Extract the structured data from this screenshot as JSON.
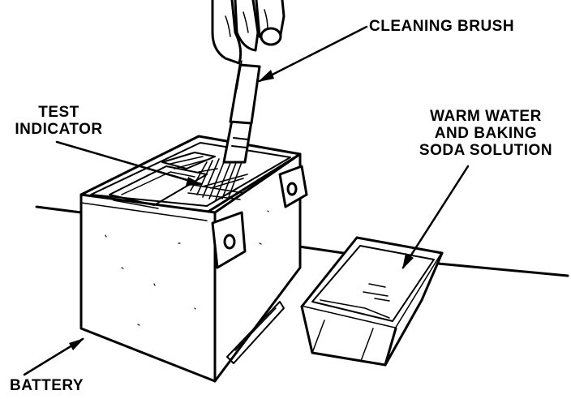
{
  "labels": {
    "cleaning_brush": "CLEANING BRUSH",
    "test_indicator": [
      "TEST",
      "INDICATOR"
    ],
    "warm_water": [
      "WARM WATER",
      "AND BAKING",
      "SODA SOLUTION"
    ],
    "battery": "BATTERY"
  },
  "colors": {
    "ink": "#000000",
    "paper": "#ffffff"
  }
}
